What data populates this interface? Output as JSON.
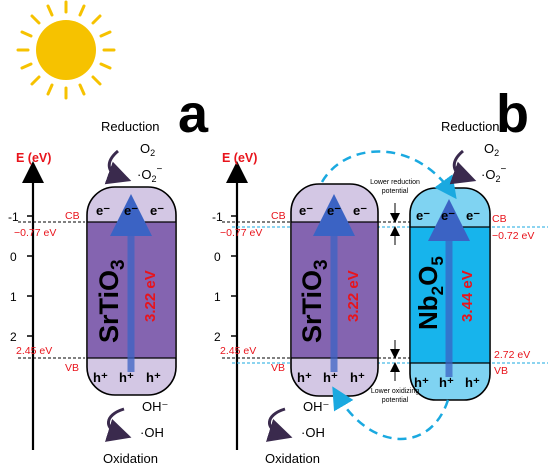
{
  "panels": {
    "a": {
      "letter": "a",
      "reduction": "Reduction",
      "oxidation": "Oxidation",
      "axis": {
        "title": "E (eV)",
        "ticks": [
          "-1",
          "0",
          "1",
          "2"
        ]
      },
      "semiconductor": {
        "name": "SrTiO",
        "subscript": "3",
        "bandgap": "3.22 eV",
        "cb_label": "CB",
        "vb_label": "VB",
        "cb_value": "−0.77 eV",
        "vb_value": "2.45 eV",
        "electron": "e⁻",
        "hole": "h⁺"
      },
      "species": {
        "o2": "O",
        "o2_sub": "2",
        "o2_rad": "O",
        "oh_minus": "OH⁻",
        "oh_rad": "OH"
      }
    },
    "b": {
      "letter": "b",
      "reduction": "Reduction",
      "oxidation": "Oxidation",
      "axis": {
        "title": "E (eV)",
        "ticks": [
          "-1",
          "0",
          "1",
          "2"
        ]
      },
      "left": {
        "name": "SrTiO",
        "subscript": "3",
        "bandgap": "3.22 eV",
        "cb_label": "CB",
        "vb_label": "VB",
        "cb_value": "−0.77 eV",
        "vb_value": "2.45 eV"
      },
      "right": {
        "name": "Nb",
        "sub1": "2",
        "name2": "O",
        "sub2": "5",
        "bandgap": "3.44 eV",
        "cb_label": "CB",
        "vb_label": "VB",
        "cb_value": "−0.72 eV",
        "vb_value": "2.72 eV"
      },
      "notes": {
        "lower_reduction": [
          "Lower reduction",
          "potential"
        ],
        "lower_oxidizing": [
          "Lower oxidizing",
          "potential"
        ]
      },
      "species": {
        "o2": "O",
        "o2_sub": "2",
        "o2_rad": "O",
        "oh_minus": "OH⁻",
        "oh_rad": "OH"
      }
    }
  },
  "colors": {
    "axis_red": "#e8141c",
    "srtio3_fill": "#d3c7e4",
    "srtio3_band": "#8464b0",
    "nb2o5_fill": "#7fd3f2",
    "nb2o5_band": "#17b4ec",
    "arrow_blue": "#2f7fd0",
    "cyan_dash": "#1aa9e0",
    "sun": "#f6c200"
  },
  "icons": [
    "sun-icon",
    "curved-arrow-icon",
    "dashed-transfer-arrow-icon"
  ]
}
